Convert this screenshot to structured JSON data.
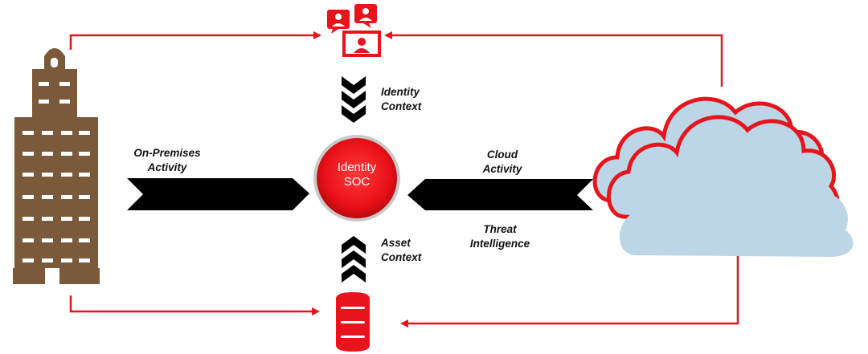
{
  "labels": {
    "identity_context_line1": "Identity",
    "identity_context_line2": "Context",
    "onprem_line1": "On-Premises",
    "onprem_line2": "Activity",
    "cloud_line1": "Cloud",
    "cloud_line2": "Activity",
    "threat_line1": "Threat",
    "threat_line2": "Intelligence",
    "asset_line1": "Asset",
    "asset_line2": "Context",
    "soc_line1": "Identity",
    "soc_line2": "SOC"
  },
  "colors": {
    "accent_red": "#e8141c",
    "building_brown": "#7b5a3c",
    "cloud_fill": "#bcd6e8",
    "arrow_black": "#000000"
  },
  "icons": {
    "top": "users-chat-icon",
    "bottom": "database-icon",
    "left": "building-icon",
    "right": "cloud-icon"
  }
}
